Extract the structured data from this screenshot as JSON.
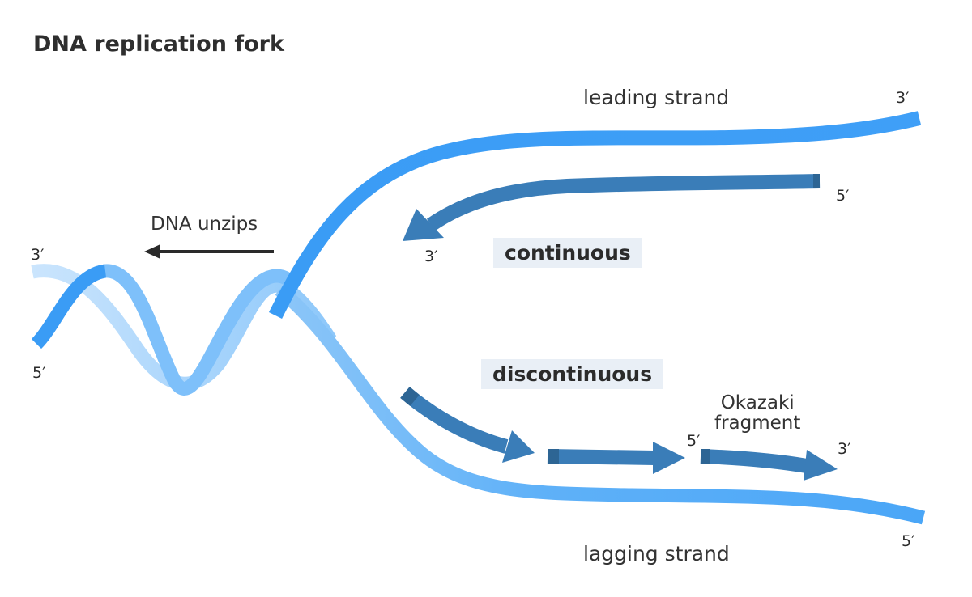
{
  "title": "DNA replication fork",
  "labels": {
    "leading_strand": "leading strand",
    "lagging_strand": "lagging strand",
    "dna_unzips": "DNA unzips",
    "continuous": "continuous",
    "discontinuous": "discontinuous",
    "okazaki_line1": "Okazaki",
    "okazaki_line2": "fragment"
  },
  "ends": {
    "leading_top_3": "3′",
    "new_leading_5": "5′",
    "new_leading_3": "3′",
    "helix_left_3": "3′",
    "helix_left_5": "5′",
    "okazaki_5": "5′",
    "okazaki_3": "3′",
    "lagging_bottom_5": "5′"
  },
  "colors": {
    "template_strand": "#3a9cf5",
    "template_strand_light": "#a9d4fb",
    "new_strand": "#3a7db8",
    "new_strand_dark": "#2d6594",
    "arrow": "#2a2a2a",
    "label_bg": "#e9eff6"
  }
}
